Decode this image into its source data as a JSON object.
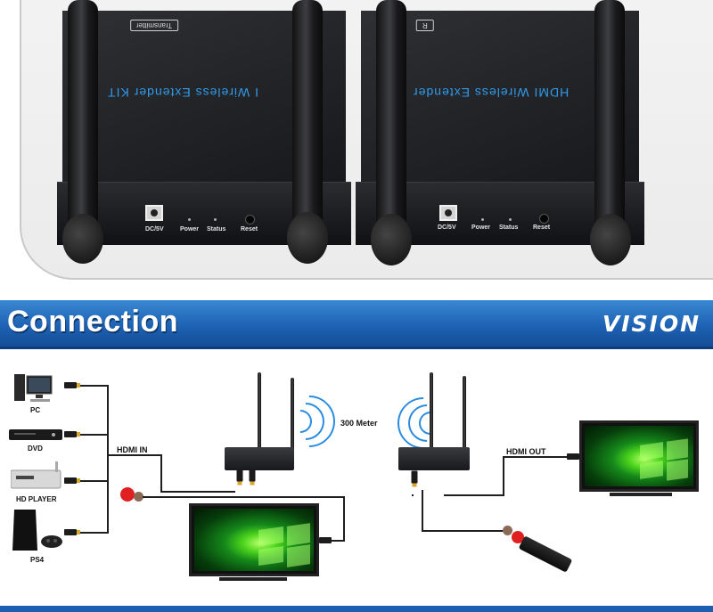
{
  "photo": {
    "transmitter_badge": "Transmitter",
    "receiver_badge": "R",
    "left_kit_text": "I Wireless Extender KIT",
    "right_kit_text": "HDMI Wireless Extender",
    "left_dc_label": "DC/5V",
    "left_power_label": "Power",
    "left_status_label": "Status",
    "left_reset_label": "Reset",
    "right_dc_label": "DC/5V",
    "right_power_label": "Power",
    "right_status_label": "Status",
    "right_reset_label": "Reset"
  },
  "banner": {
    "title": "Connection",
    "logo": "VISION"
  },
  "diagram": {
    "sources": [
      {
        "label": "PC",
        "icon": "pc-icon"
      },
      {
        "label": "DVD",
        "icon": "dvd-player-icon"
      },
      {
        "label": "HD PLAYER",
        "icon": "hd-player-icon"
      },
      {
        "label": "PS4",
        "icon": "ps4-icon"
      }
    ],
    "hdmi_in_label": "HDMI IN",
    "hdmi_out_label": "HDMI OUT",
    "distance_label": "300 Meter",
    "colors": {
      "banner_blue": "#1c5fb1",
      "signal_wave": "#2a8ce0",
      "ir_red": "#e02020",
      "screen_green": "#4fd61e"
    }
  }
}
